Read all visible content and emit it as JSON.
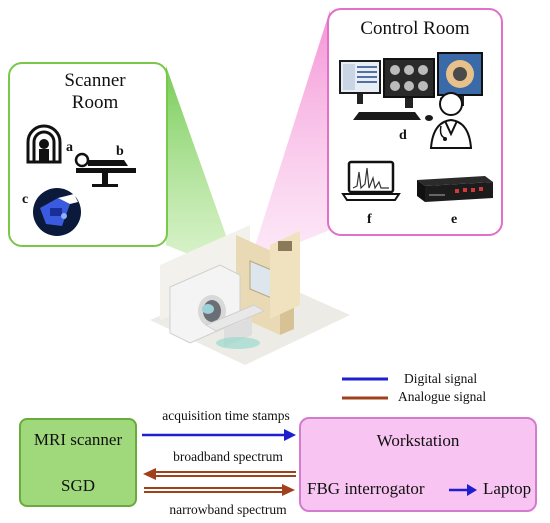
{
  "scanner_room": {
    "title_line1": "Scanner",
    "title_line2": "Room",
    "labels": {
      "a": "a",
      "b": "b",
      "c": "c"
    }
  },
  "control_room": {
    "title": "Control Room",
    "labels": {
      "d": "d",
      "e": "e",
      "f": "f"
    }
  },
  "legend": {
    "digital": {
      "label": "Digital signal",
      "color": "#1f1fd0"
    },
    "analogue": {
      "label": "Analogue signal",
      "color": "#a0401c"
    }
  },
  "mri_box": {
    "line1": "MRI scanner",
    "line2": "SGD"
  },
  "workstation": {
    "title": "Workstation",
    "interrogator": "FBG interrogator",
    "laptop": "Laptop"
  },
  "signals": {
    "acquisition": "acquisition time stamps",
    "broadband": "broadband spectrum",
    "narrowband": "narrowband spectrum"
  }
}
